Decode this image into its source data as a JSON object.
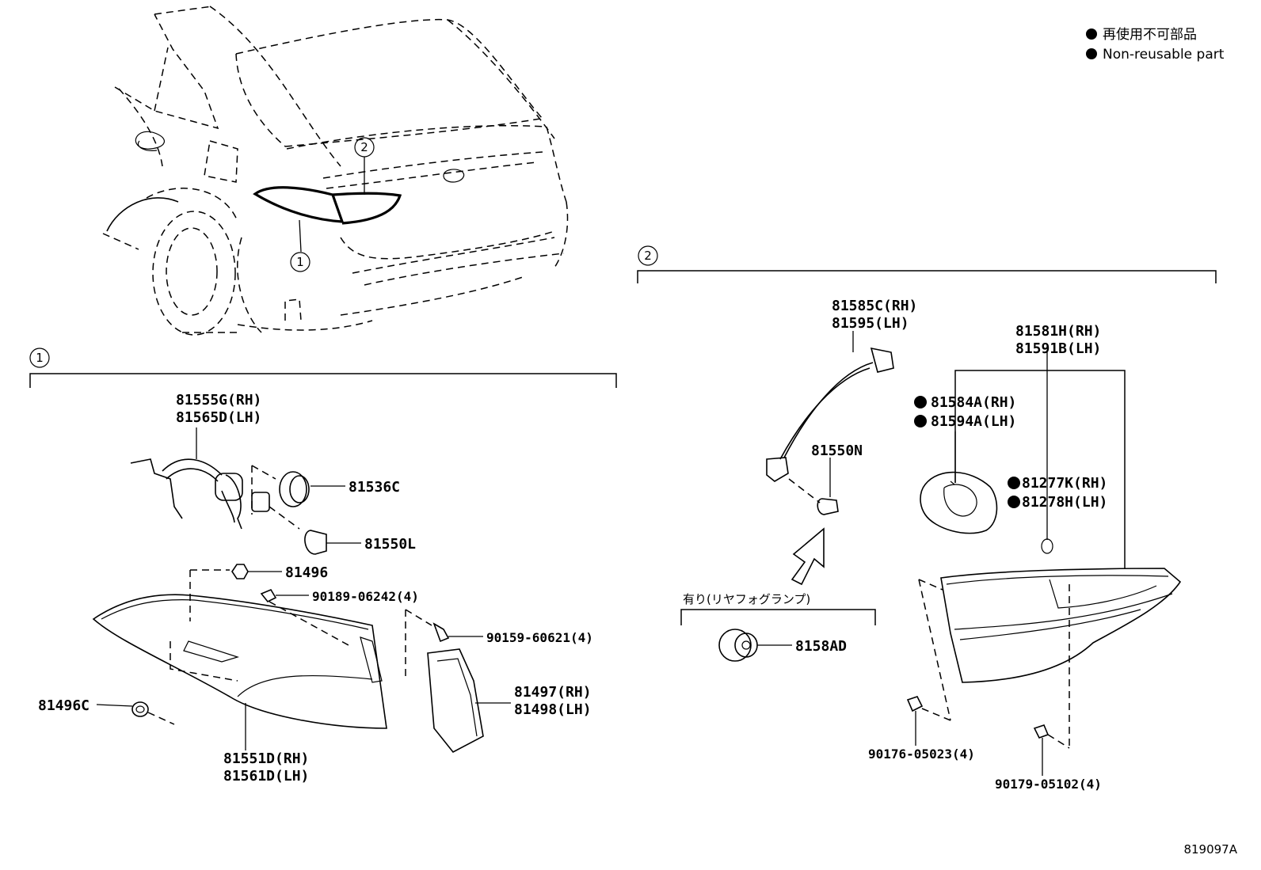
{
  "legend": {
    "jp": "再使用不可部品",
    "en": "Non-reusable part"
  },
  "callouts": {
    "one": "1",
    "two": "2"
  },
  "group1": {
    "harness_rh": "81555G(RH)",
    "harness_lh": "81565D(LH)",
    "socket": "81536C",
    "bulb": "81550L",
    "nut": "81496",
    "screw_a": "90189-06242(4)",
    "screw_b": "90159-60621(4)",
    "clip": "81496C",
    "lamp_rh": "81551D(RH)",
    "lamp_lh": "81561D(LH)",
    "bracket_rh": "81497(RH)",
    "bracket_lh": "81498(LH)"
  },
  "group2": {
    "harness_rh": "81585C(RH)",
    "harness_lh": "81595(LH)",
    "bulb": "81550N",
    "lamp_rh": "81581H(RH)",
    "lamp_lh": "81591B(LH)",
    "gasket_rh": "81584A(RH)",
    "gasket_lh": "81594A(LH)",
    "cushion_rh": "81277K(RH)",
    "cushion_lh": "81278H(LH)",
    "option_label": "有り(リヤフォグランプ)",
    "fog_socket": "8158AD",
    "screw_a": "90176-05023(4)",
    "screw_b": "90179-05102(4)"
  },
  "figure_ref": "819097A"
}
